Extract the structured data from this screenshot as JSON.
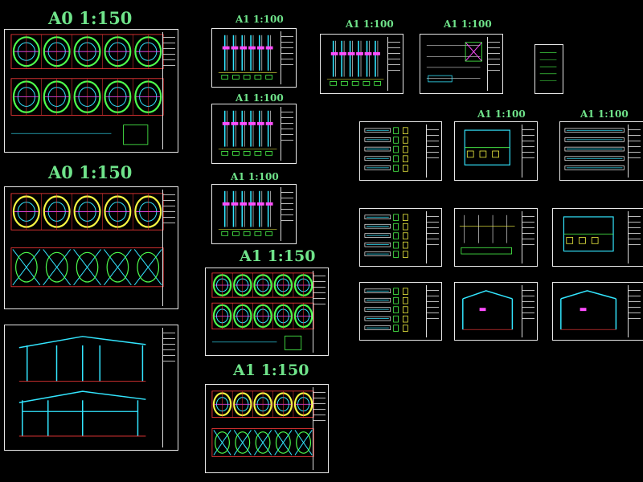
{
  "labels": {
    "a0_top": "A0 1:150",
    "a0_mid": "A0 1:150",
    "a1_150_a": "A1 1:150",
    "a1_150_b": "A1 1:150",
    "a1_100_col1": "A1 1:100",
    "a1_100_col2": "A1 1:100",
    "a1_100_col3": "A1 1:100",
    "a1_100_top1": "A1 1:100",
    "a1_100_top2": "A1 1:100",
    "a1_100_r1": "A1 1:100",
    "a1_100_r2": "A1 1:100"
  },
  "colors": {
    "background": "#000000",
    "sheet_border": "#e8e8e8",
    "label_green": "#6fe38a",
    "cad_green": "#4dff4d",
    "cad_yellow": "#f5f542",
    "cad_cyan": "#33e6ff",
    "cad_red": "#ff3b3b",
    "cad_magenta": "#ff4dff",
    "cad_white": "#ffffff"
  }
}
